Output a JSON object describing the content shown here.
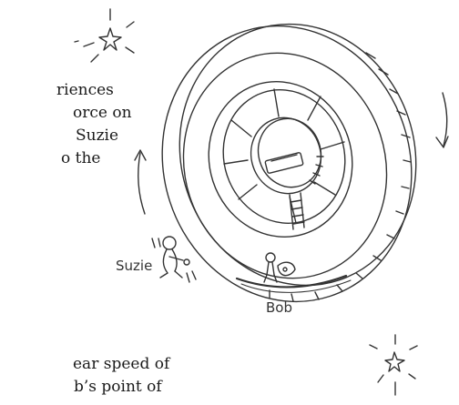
{
  "text_fragments": {
    "line1": "riences",
    "line2": "orce on",
    "line3": "Suzie",
    "line4": "o the",
    "line5": "ear speed of",
    "line6": "b’s point of"
  },
  "labels": {
    "suzie": "Suzie",
    "bob": "Bob"
  },
  "icons": [
    "star-icon",
    "rotation-arrow-icon",
    "person-icon"
  ]
}
